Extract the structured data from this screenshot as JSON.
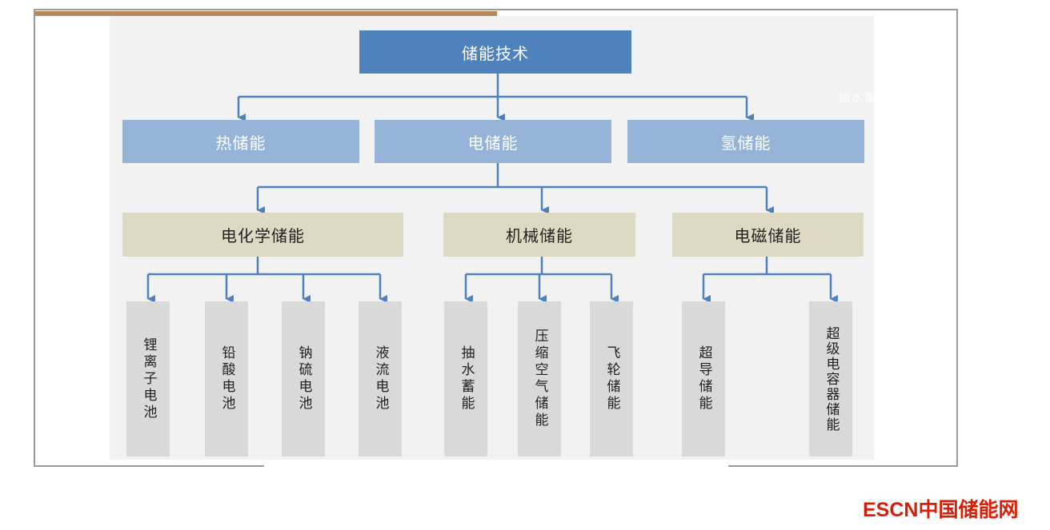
{
  "root": {
    "label": "储能技术"
  },
  "level1": {
    "thermal": "热储能",
    "electric": "电储能",
    "hydrogen": "氢储能"
  },
  "level2": {
    "electrochemical": "电化学储能",
    "mechanical": "机械储能",
    "electromagnetic": "电磁储能"
  },
  "leaves": {
    "lithium_ion": "锂离子电池",
    "lead_acid": "铅酸电池",
    "sodium_sulfur": "钠硫电池",
    "flow": "液流电池",
    "pumped_hydro": "抽水蓄能",
    "compressed_air": "压缩空气储能",
    "flywheel": "飞轮储能",
    "superconducting": "超导储能",
    "supercapacitor": "超级电容器储能"
  },
  "watermark": "抽水蓄",
  "logo": {
    "text": "ESCN中国储能网"
  },
  "colors": {
    "root": "#4f81bd",
    "level1": "#95b3d7",
    "level2": "#ddd9c3",
    "leaf": "#d9d9d9",
    "connector": "#4f81bd",
    "accent_bar": "#b8875a",
    "logo": "#d81e06"
  }
}
